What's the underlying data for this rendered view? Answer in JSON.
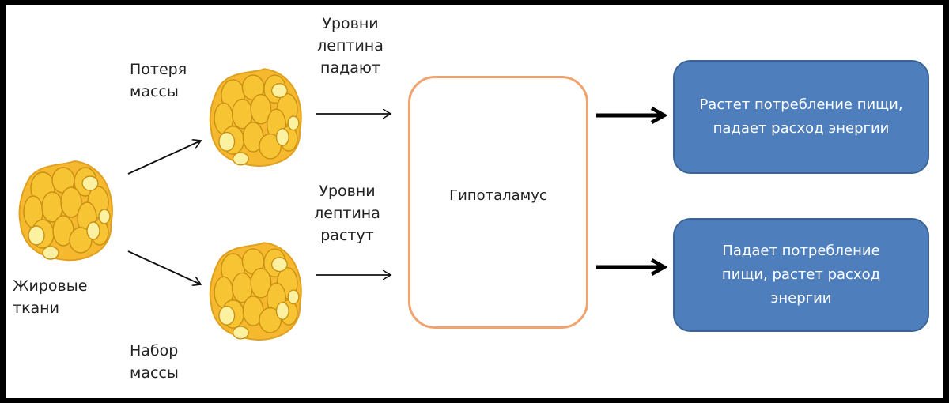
{
  "labels": {
    "fat_tissue": "Жировые\nткани",
    "mass_loss": "Потеря\nмассы",
    "mass_gain": "Набор\nмассы",
    "leptin_falls": "Уровни\nлептина\nпадают",
    "leptin_rises": "Уровни\nлептина\nрастут",
    "hypothalamus": "Гипоталамус"
  },
  "outcomes": {
    "top": "Растет потребление пищи,\nпадает расход энергии",
    "bottom": "Падает потребление\nпищи, растет расход\nэнергии"
  },
  "icons": {
    "fat_cell": "fat-cell-cluster-icon"
  },
  "colors": {
    "fat_outer": "#f5b82e",
    "fat_inner": "#f7c533",
    "fat_stroke": "#c98f12",
    "fat_droplet": "#fbf1a0",
    "hypothalamus_border": "#f0a36e",
    "outcome_fill": "#4f7ebd",
    "outcome_border": "#3c6596"
  }
}
